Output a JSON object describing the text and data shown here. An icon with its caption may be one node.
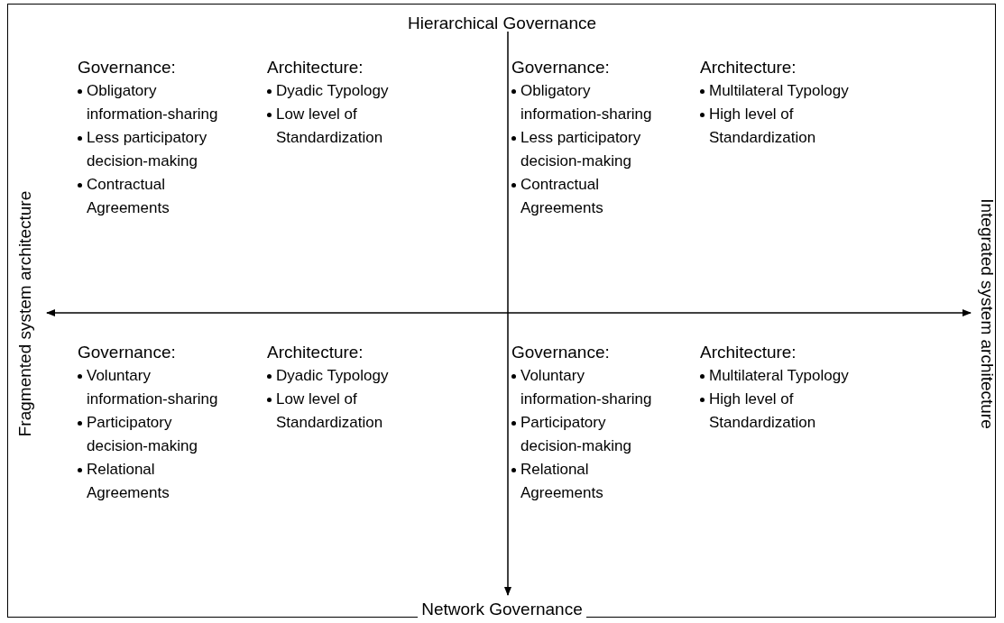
{
  "diagram": {
    "labels": [
      "Hierarchical Governance",
      "Fragmented system architecture",
      "Integrated system architecture",
      "Governance:",
      "Obligatory information-sharing",
      "Less participatory decision-making",
      "Contractual Agreements",
      "Architecture:",
      "Dyadic Typology",
      "Low level of Standardization",
      "Governance:",
      "Obligatory information-sharing",
      "Less participatory decision-making",
      "Contractual Agreements",
      "Architecture:",
      "Multilateral Typology",
      "High level of Standardization",
      "Governance:",
      "Voluntary information-sharing",
      "Participatory decision-making",
      "Relational Agreements",
      "Architecture:",
      "Dyadic Typology",
      "Low level of Standardization",
      "Governance:",
      "Voluntary information-sharing",
      "Participatory decision-making",
      "Relational Agreements",
      "Architecture:",
      "Multilateral Typology",
      "High level of Standardization",
      "Network Governance"
    ]
  }
}
